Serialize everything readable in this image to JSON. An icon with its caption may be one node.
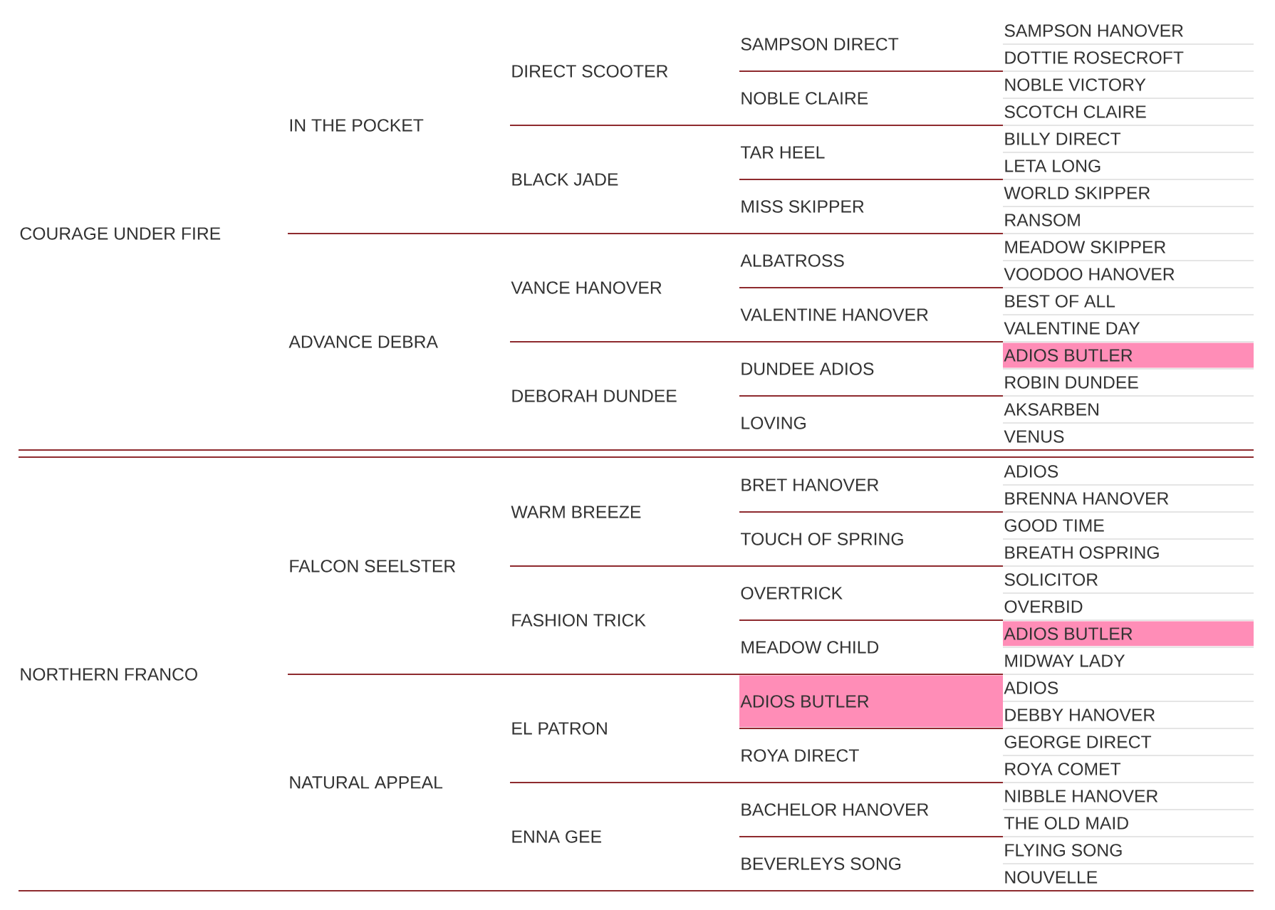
{
  "diagram": {
    "nodes": [
      {
        "text": [
          "COURAGE UNDER FIRE"
        ]
      },
      {
        "text": [
          "NORTHERN FRANCO"
        ]
      },
      {
        "text": [
          "IN THE POCKET"
        ]
      },
      {
        "text": [
          "ADVANCE DEBRA"
        ]
      },
      {
        "text": [
          "FALCON SEELSTER"
        ]
      },
      {
        "text": [
          "NATURAL APPEAL"
        ]
      },
      {
        "text": [
          "DIRECT SCOOTER"
        ]
      },
      {
        "text": [
          "BLACK JADE"
        ]
      },
      {
        "text": [
          "VANCE HANOVER"
        ]
      },
      {
        "text": [
          "DEBORAH DUNDEE"
        ]
      },
      {
        "text": [
          "WARM BREEZE"
        ]
      },
      {
        "text": [
          "FASHION TRICK"
        ]
      },
      {
        "text": [
          "EL PATRON"
        ]
      },
      {
        "text": [
          "ENNA GEE"
        ]
      },
      {
        "text": [
          "SAMPSON DIRECT"
        ]
      },
      {
        "text": [
          "NOBLE CLAIRE"
        ]
      },
      {
        "text": [
          "TAR HEEL"
        ]
      },
      {
        "text": [
          "MISS SKIPPER"
        ]
      },
      {
        "text": [
          "ALBATROSS"
        ]
      },
      {
        "text": [
          "VALENTINE HANOVER"
        ]
      },
      {
        "text": [
          "DUNDEE ADIOS"
        ]
      },
      {
        "text": [
          "LOVING"
        ]
      },
      {
        "text": [
          "BRET HANOVER"
        ]
      },
      {
        "text": [
          "TOUCH OF SPRING"
        ]
      },
      {
        "text": [
          "OVERTRICK"
        ]
      },
      {
        "text": [
          "MEADOW CHILD"
        ]
      },
      {
        "text": [
          "ADIOS BUTLER"
        ]
      },
      {
        "text": [
          "ROYA DIRECT"
        ]
      },
      {
        "text": [
          "BACHELOR HANOVER"
        ]
      },
      {
        "text": [
          "BEVERLEYS SONG"
        ]
      },
      {
        "text": [
          "SAMPSON HANOVER"
        ]
      },
      {
        "text": [
          "DOTTIE ROSECROFT"
        ]
      },
      {
        "text": [
          "NOBLE VICTORY"
        ]
      },
      {
        "text": [
          "SCOTCH CLAIRE"
        ]
      },
      {
        "text": [
          "BILLY DIRECT"
        ]
      },
      {
        "text": [
          "LETA LONG"
        ]
      },
      {
        "text": [
          "WORLD SKIPPER"
        ]
      },
      {
        "text": [
          "RANSOM"
        ]
      },
      {
        "text": [
          "MEADOW SKIPPER"
        ]
      },
      {
        "text": [
          "VOODOO HANOVER"
        ]
      },
      {
        "text": [
          "BEST OF ALL"
        ]
      },
      {
        "text": [
          "VALENTINE DAY"
        ]
      },
      {
        "text": [
          "ADIOS BUTLER"
        ]
      },
      {
        "text": [
          "ROBIN DUNDEE"
        ]
      },
      {
        "text": [
          "AKSARBEN"
        ]
      },
      {
        "text": [
          "VENUS"
        ]
      },
      {
        "text": [
          "ADIOS"
        ]
      },
      {
        "text": [
          "BRENNA HANOVER"
        ]
      },
      {
        "text": [
          "GOOD TIME"
        ]
      },
      {
        "text": [
          "BREATH OSPRING"
        ]
      },
      {
        "text": [
          "SOLICITOR"
        ]
      },
      {
        "text": [
          "OVERBID"
        ]
      },
      {
        "text": [
          "ADIOS BUTLER"
        ]
      },
      {
        "text": [
          "MIDWAY LADY"
        ]
      },
      {
        "text": [
          "ADIOS"
        ]
      },
      {
        "text": [
          "DEBBY HANOVER"
        ]
      },
      {
        "text": [
          "GEORGE DIRECT"
        ]
      },
      {
        "text": [
          "ROYA COMET"
        ]
      },
      {
        "text": [
          "NIBBLE HANOVER"
        ]
      },
      {
        "text": [
          "THE OLD MAID"
        ]
      },
      {
        "text": [
          "FLYING SONG"
        ]
      },
      {
        "text": [
          "NOUVELLE"
        ]
      }
    ]
  }
}
